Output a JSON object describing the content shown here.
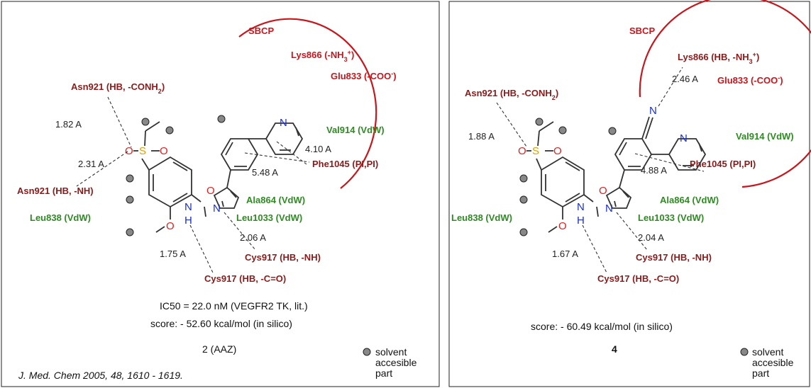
{
  "left": {
    "region": "SBCP",
    "residues": {
      "lys866": "Lys866 (-NH",
      "glu833": "Glu833 (-COO",
      "asn921_top": "Asn921 (HB, -CONH",
      "asn921_bot": "Asn921 (HB, -NH)",
      "val914": "Val914 (VdW)",
      "phe1045": "Phe1045 (PI,PI)",
      "ala864": "Ala864 (VdW)",
      "leu1033": "Leu1033 (VdW)",
      "leu838": "Leu838 (VdW)",
      "cys917_nh": "Cys917 (HB, -NH)",
      "cys917_co": "Cys917 (HB, -C=O)"
    },
    "distances": [
      "1.82 A",
      "2.31 A",
      "4.10 A",
      "5.48 A",
      "2.06 A",
      "1.75 A"
    ],
    "ic50": "IC50 = 22.0 nM (VEGFR2 TK, lit.)",
    "score": "score: - 52.60 kcal/mol (in silico)",
    "compound": "2 (AAZ)",
    "reference": "J. Med. Chem 2005, 48, 1610 - 1619.",
    "legend": [
      "solvent",
      "accesible",
      "part"
    ]
  },
  "right": {
    "region": "SBCP",
    "residues": {
      "lys866": "Lys866 (HB, -NH",
      "glu833": "Glu833 (-COO",
      "asn921_top": "Asn921 (HB, -CONH",
      "val914": "Val914 (VdW)",
      "phe1045": "Phe1045 (PI,PI)",
      "ala864": "Ala864 (VdW)",
      "leu1033": "Leu1033 (VdW)",
      "leu838": "Leu838 (VdW)",
      "cys917_nh": "Cys917 (HB, -NH)",
      "cys917_co": "Cys917 (HB, -C=O)"
    },
    "distances": [
      "2.46 A",
      "1.88 A",
      "4.88 A",
      "2.04 A",
      "1.67 A"
    ],
    "score": "score: - 60.49 kcal/mol (in silico)",
    "compound": "4",
    "legend": [
      "solvent",
      "accesible",
      "part"
    ]
  }
}
